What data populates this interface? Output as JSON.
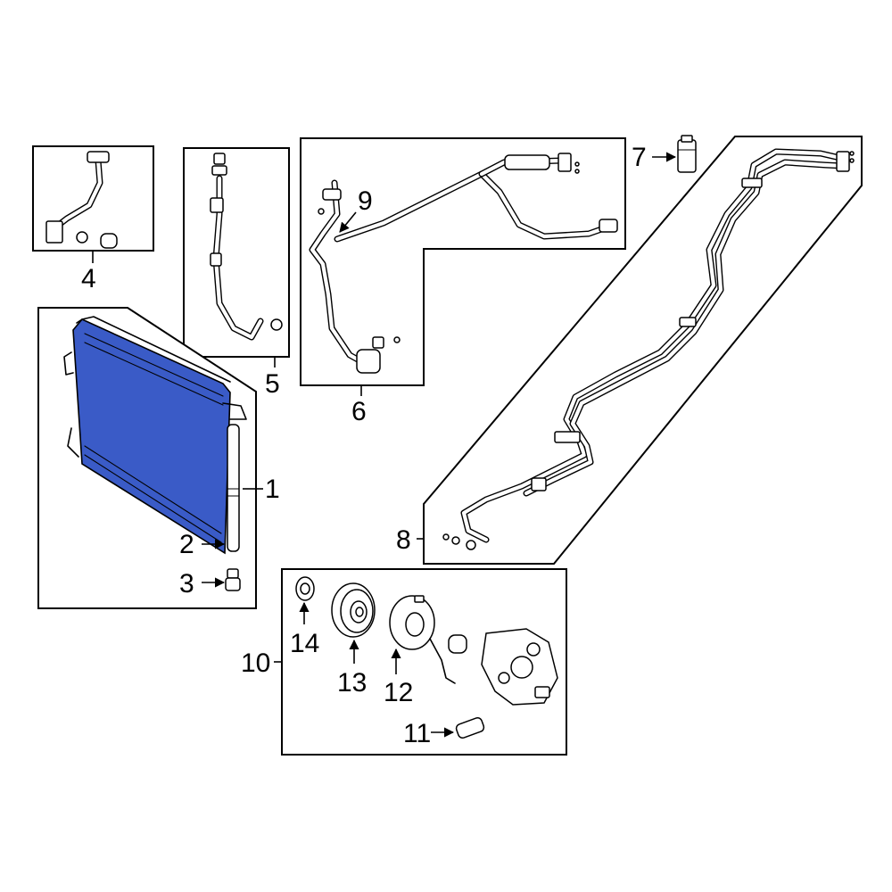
{
  "diagram": {
    "highlight_color": "#3a5bc7",
    "callouts": {
      "c1": "1",
      "c2": "2",
      "c3": "3",
      "c4": "4",
      "c5": "5",
      "c6": "6",
      "c7": "7",
      "c8": "8",
      "c9": "9",
      "c10": "10",
      "c11": "11",
      "c12": "12",
      "c13": "13",
      "c14": "14"
    }
  }
}
